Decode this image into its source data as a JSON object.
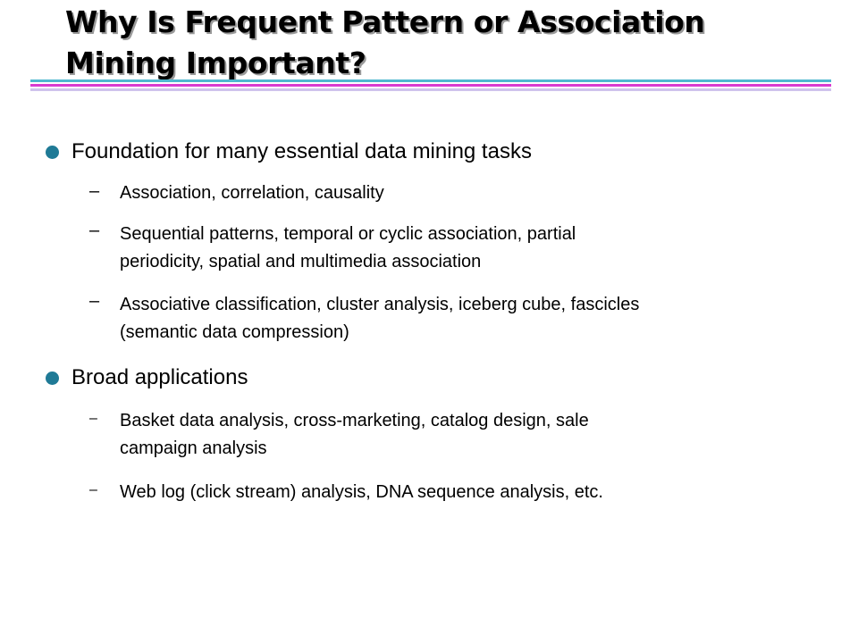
{
  "slide": {
    "title_line1": "Why Is Frequent Pattern or Association",
    "title_line2": "Mining Important?",
    "accent_colors": {
      "stripe_top": "#4fb8cf",
      "stripe_middle": "#d93bd0",
      "stripe_bottom": "#cfc3ec",
      "bullet": "#1f7a96"
    }
  },
  "bullets": [
    {
      "text": "Foundation for many essential data mining tasks",
      "sub": [
        {
          "dash": "–",
          "line1": "Association, correlation, causality"
        },
        {
          "dash": "–",
          "line1": "Sequential patterns, temporal or cyclic association, partial",
          "line2": "periodicity, spatial and multimedia association"
        },
        {
          "dash": "–",
          "line1": "Associative classification, cluster analysis, iceberg cube, fascicles",
          "line2": "(semantic data compression)"
        }
      ]
    },
    {
      "text": "Broad applications",
      "sub": [
        {
          "dash": "–",
          "line1": "Basket data analysis, cross-marketing, catalog design, sale",
          "line2": "campaign analysis"
        },
        {
          "dash": "–",
          "line1": "Web log (click stream) analysis, DNA sequence analysis, etc."
        }
      ]
    }
  ]
}
